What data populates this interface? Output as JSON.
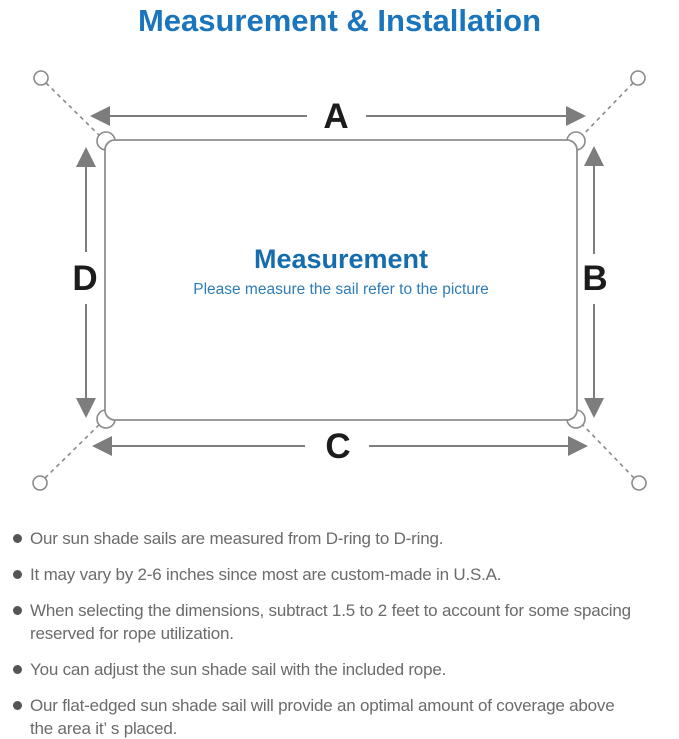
{
  "title": "Measurement & Installation",
  "diagram": {
    "labels": {
      "top": "A",
      "right": "B",
      "bottom": "C",
      "left": "D"
    },
    "center_heading": "Measurement",
    "center_subtitle": "Please measure the sail refer to the picture"
  },
  "notes": [
    [
      "Our sun shade sails are measured from D-ring to D-ring."
    ],
    [
      "It may vary by 2-6 inches since most are custom-made in U.S.A."
    ],
    [
      "When selecting the dimensions, subtract 1.5 to 2 feet to account for some spacing",
      "reserved for rope utilization."
    ],
    [
      "You can adjust the sun shade sail with the included rope."
    ],
    [
      "Our flat-edged sun shade sail will provide an optimal amount of coverage above",
      "the area it’ s placed."
    ]
  ],
  "colors": {
    "title_blue": "#1b75bc",
    "heading_blue": "#156dad",
    "subtitle_blue": "#2e7db8",
    "line_gray": "#8a8a8a",
    "arrow_gray": "#7d7d7d",
    "label_black": "#1c1c1c",
    "body_text_gray": "#6b6b6b"
  }
}
